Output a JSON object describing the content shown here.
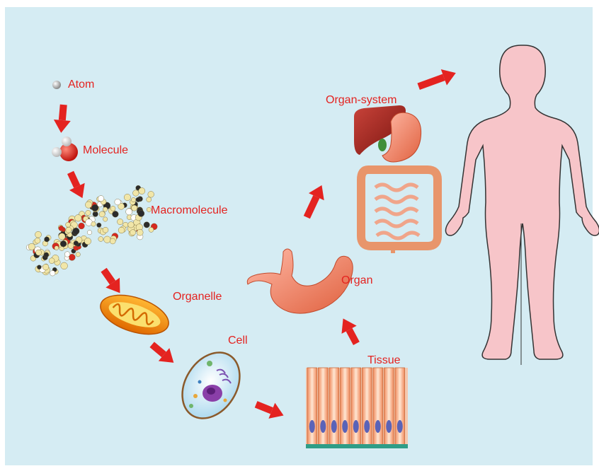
{
  "labels": {
    "atom": "Atom",
    "molecule": "Molecule",
    "macromolecule": "Macromolecule",
    "organelle": "Organelle",
    "cell": "Cell",
    "tissue": "Tissue",
    "organ": "Organ",
    "organ_system": "Organ-system"
  },
  "colors": {
    "background": "#d5ecf3",
    "label": "#e42320",
    "arrow": "#e42320",
    "body": "#f7c5c9"
  },
  "icons": [
    "atom-icon",
    "molecule-icon",
    "macromolecule-icon",
    "organelle-icon",
    "cell-icon",
    "tissue-icon",
    "organ-icon",
    "organ-system-icon",
    "human-body-icon"
  ]
}
